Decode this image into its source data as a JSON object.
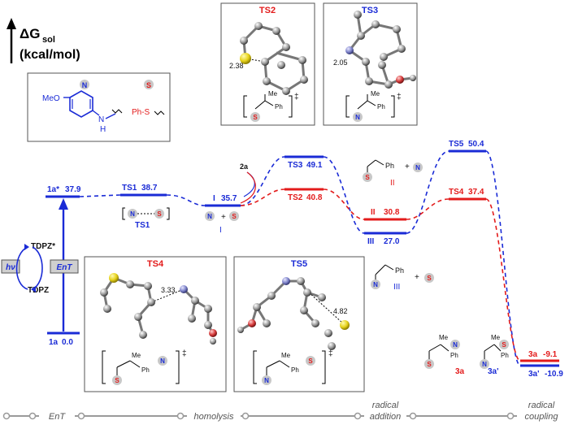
{
  "axis": {
    "symbol": "ΔG",
    "sub": "sol",
    "unit": "(kcal/mol)"
  },
  "colors": {
    "blue": "#1a2bd6",
    "red": "#e31b1b",
    "black": "#111111",
    "grey": "#9a9a9a"
  },
  "legend": {
    "n_badge": "N",
    "s_badge": "S",
    "meo": "MeO",
    "nh": "N",
    "h": "H",
    "phs": "Ph-S"
  },
  "levels": {
    "l1a_star": "1a*",
    "v1a_star": "37.9",
    "ts1": "TS1",
    "vts1": "38.7",
    "ts1_below": "TS1",
    "int1": "I",
    "vint1": "35.7",
    "ts3": "TS3",
    "vts3": "49.1",
    "ts2": "TS2",
    "vts2": "40.8",
    "int2": "II",
    "vint2": "30.8",
    "int3": "III",
    "vint3": "27.0",
    "ts5": "TS5",
    "vts5": "50.4",
    "ts4": "TS4",
    "vts4": "37.4",
    "l1a": "1a",
    "v1a": "0.0",
    "p3a": "3a",
    "vp3a": "-9.1",
    "p3a2": "3a'",
    "vp3a2": "-10.9"
  },
  "labels": {
    "two_a": "2a",
    "roman1": "I",
    "roman2": "II",
    "roman3": "III",
    "tdpz_star": "TDPZ*",
    "tdpz": "TDPZ",
    "hv": "hν",
    "ent_box": "EnT",
    "dagger": "‡",
    "prod3a": "3a",
    "prod3a2": "3a'",
    "me": "Me",
    "ph": "Ph"
  },
  "structures": {
    "ts2": {
      "title": "TS2",
      "distance": "2.38"
    },
    "ts3": {
      "title": "TS3",
      "distance": "2.05"
    },
    "ts4": {
      "title": "TS4",
      "distance": "3.33"
    },
    "ts5": {
      "title": "TS5",
      "distance": "4.82"
    }
  },
  "bottom_axis": {
    "stage1": "EnT",
    "stage2": "homolysis",
    "stage3a": "radical",
    "stage3b": "addition",
    "stage4a": "radical",
    "stage4b": "coupling"
  }
}
